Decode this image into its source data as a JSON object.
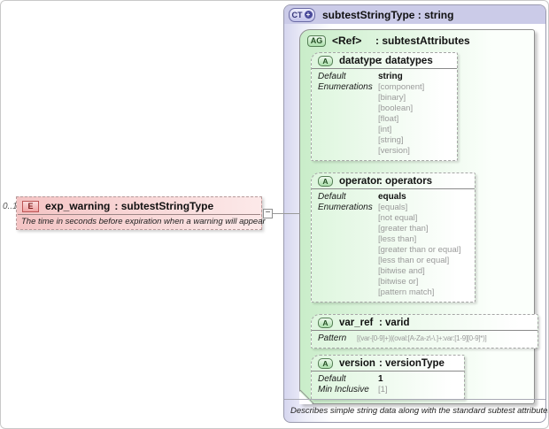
{
  "icons": {
    "collapse": "−",
    "plus": "+"
  },
  "element": {
    "cardinality": "0..1",
    "badge": "E",
    "name": "exp_warning",
    "type": ": subtestStringType",
    "annotation": "The time in seconds before expiration when a warning will appear"
  },
  "complex_type": {
    "badge": "CT",
    "title": "subtestStringType : string",
    "footer": "Describes simple string data along with the standard subtest attributes.",
    "attribute_group": {
      "badge": "AG",
      "name": "<Ref>",
      "type": ": subtestAttributes",
      "attributes": [
        {
          "badge": "A",
          "name": "datatype",
          "type": ": datatypes",
          "facets": [
            {
              "label": "Default",
              "bold": true,
              "values": [
                "string"
              ]
            },
            {
              "label": "Enumerations",
              "bold": false,
              "values": [
                "[component]",
                "[binary]",
                "[boolean]",
                "[float]",
                "[int]",
                "[string]",
                "[version]"
              ]
            }
          ]
        },
        {
          "badge": "A",
          "name": "operator",
          "type": ": operators",
          "facets": [
            {
              "label": "Default",
              "bold": true,
              "values": [
                "equals"
              ]
            },
            {
              "label": "Enumerations",
              "bold": false,
              "values": [
                "[equals]",
                "[not equal]",
                "[greater than]",
                "[less than]",
                "[greater than or equal]",
                "[less than or equal]",
                "[bitwise and]",
                "[bitwise or]",
                "[pattern match]"
              ]
            }
          ]
        },
        {
          "badge": "A",
          "name": "var_ref",
          "type": ": varid",
          "facets": [
            {
              "label": "Pattern",
              "bold": false,
              "values": [
                "[(var-[0-9]+)|(oval:[A-Za-z\\-\\.]+:var:[1-9][0-9]*)]"
              ]
            }
          ]
        },
        {
          "badge": "A",
          "name": "version",
          "type": ": versionType",
          "facets": [
            {
              "label": "Default",
              "bold": true,
              "values": [
                "1"
              ]
            },
            {
              "label": "Min Inclusive",
              "bold": false,
              "values": [
                "[1]"
              ]
            }
          ]
        }
      ]
    }
  }
}
